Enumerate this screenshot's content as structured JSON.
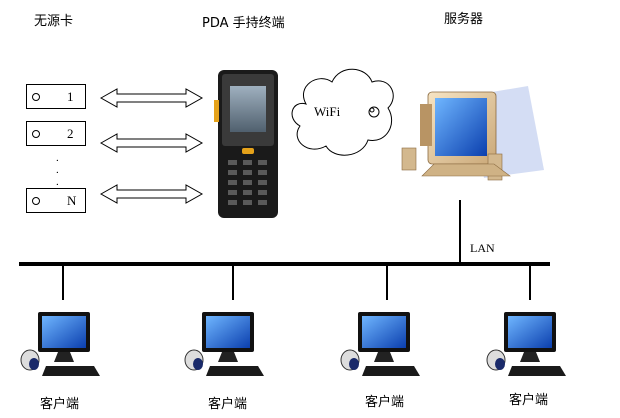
{
  "headers": {
    "cards": "无源卡",
    "pda": "PDA 手持终端",
    "server": "服务器"
  },
  "cards": [
    "1",
    "2",
    "N"
  ],
  "dots": [
    ".",
    ".",
    "."
  ],
  "cloud_label": "WiFi",
  "lan_label": "LAN",
  "clients": [
    "客户端",
    "客户端",
    "客户端",
    "客户端"
  ],
  "colors": {
    "screen": "#1e5fd6",
    "case": "#f0d9b5",
    "bus": "#000000",
    "pda_body": "#1a1a1a"
  }
}
